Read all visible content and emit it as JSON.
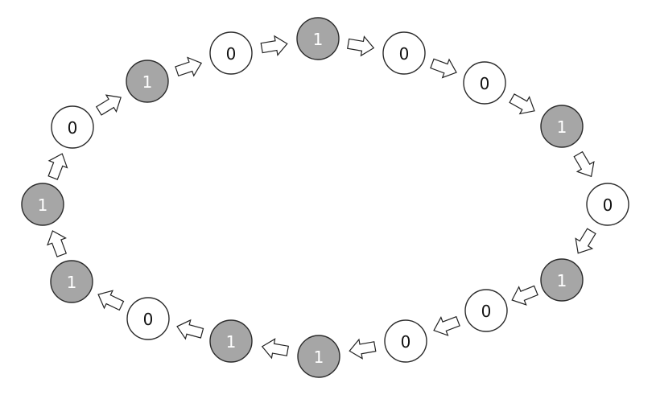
{
  "ring": {
    "direction": "clockwise",
    "nodes": [
      {
        "label": "1",
        "shaded": true
      },
      {
        "label": "0",
        "shaded": false
      },
      {
        "label": "0",
        "shaded": false
      },
      {
        "label": "1",
        "shaded": true
      },
      {
        "label": "0",
        "shaded": false
      },
      {
        "label": "1",
        "shaded": true
      },
      {
        "label": "0",
        "shaded": false
      },
      {
        "label": "0",
        "shaded": false
      },
      {
        "label": "1",
        "shaded": true
      },
      {
        "label": "1",
        "shaded": true
      },
      {
        "label": "0",
        "shaded": false
      },
      {
        "label": "1",
        "shaded": true
      },
      {
        "label": "1",
        "shaded": true
      },
      {
        "label": "0",
        "shaded": false
      },
      {
        "label": "1",
        "shaded": true
      },
      {
        "label": "0",
        "shaded": false
      }
    ]
  },
  "colors": {
    "shaded_fill": "#a6a6a6",
    "unshaded_fill": "#ffffff",
    "outline": "#2b2b2b"
  },
  "icons": {
    "connector": "block-arrow-icon"
  }
}
